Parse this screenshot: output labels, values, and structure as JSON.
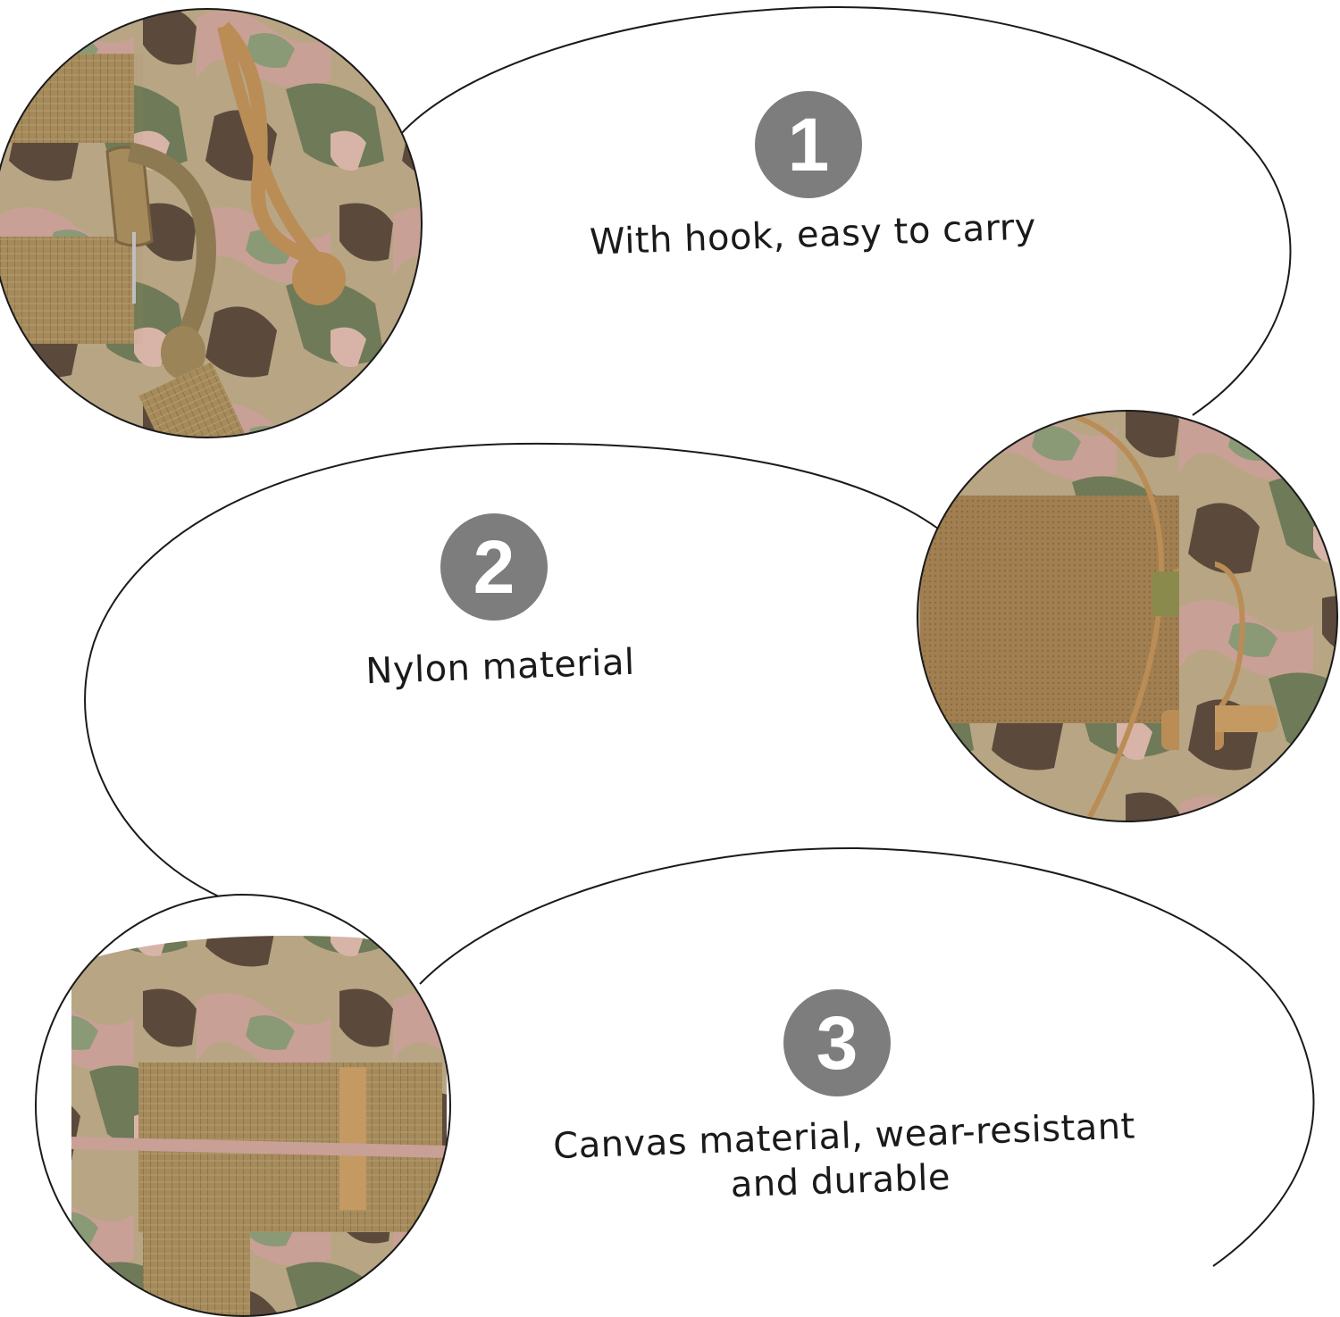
{
  "features": [
    {
      "number": "1",
      "text": "With hook, easy to carry",
      "photo": "hook-detail-photo"
    },
    {
      "number": "2",
      "text": "Nylon material",
      "photo": "drawstring-toggle-detail-photo"
    },
    {
      "number": "3",
      "text_line1": "Canvas material, wear-resistant",
      "text_line2": "and durable",
      "photo": "molle-webbing-detail-photo"
    }
  ],
  "colors": {
    "badge": "#7d7d7d",
    "camo_tan": "#a58a5c",
    "camo_green": "#6e7a58",
    "camo_pink": "#c9a096",
    "camo_brown": "#5b4a3c",
    "cord": "#b98d55"
  }
}
